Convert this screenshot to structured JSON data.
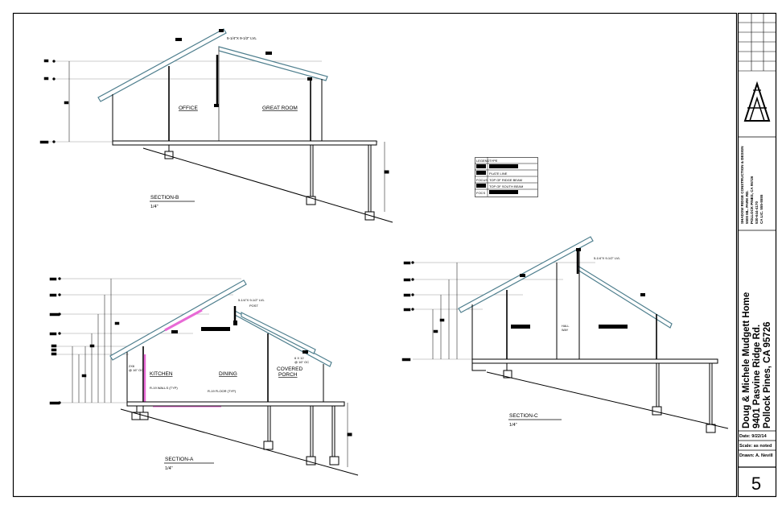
{
  "sheet": {
    "sheet_number": "5",
    "project_lines": [
      "Doug & Michele Mudgett Home",
      "9401 Pasvine Ridge Rd.",
      "Pollock Pines, CA 95726"
    ],
    "date_line": "Date: 9/22/14",
    "scale_line": "Scale: as noted",
    "drawn_line": "Drawn: A. Nevill",
    "company_lines": [
      "SHADOW RIDGE CONSTRUCTION & DESIGN",
      "5500 ML. PARK RD.",
      "POLLOCK PINES, CA 95726",
      "530-644-4170",
      "CA LIC. 555-5555"
    ]
  },
  "sections": {
    "b": {
      "title": "SECTION-B",
      "scale": "1/4\"",
      "room_labels": [
        "OFFICE",
        "GREAT ROOM"
      ],
      "beam_note": "5-1/4\"X 9-1/2\" LVL"
    },
    "a": {
      "title": "SECTION-A",
      "scale": "1/4\"",
      "room_labels": [
        "KITCHEN",
        "DINING",
        "COVERED",
        "PORCH"
      ],
      "beam_note": "5-1/4\"X 9-1/2\" LVL",
      "post_note": "POST",
      "notes": [
        "R-19 WALLS (TYP)",
        "R-19 FLOOR (TYP)",
        "2X6",
        "@ 16\" OC",
        "6 X 12",
        "@ 16\" OC"
      ]
    },
    "c": {
      "title": "SECTION-C",
      "scale": "1/4\"",
      "beam_note": "5-1/4\"X 9-1/2\" LVL",
      "wall_note": [
        "HALL",
        "WAY"
      ]
    }
  },
  "legend": {
    "title": "LEGEND",
    "col_header": "TYPE",
    "rows": [
      {
        "code": "",
        "desc": ""
      },
      {
        "code": "",
        "desc": "PLATE LINE"
      },
      {
        "code": "FOCUS",
        "desc": "TOP OF RIDGE BEAM"
      },
      {
        "code": "",
        "desc": "TOP OF SOUTH BEAM"
      },
      {
        "code": "FOCS",
        "desc": ""
      }
    ]
  },
  "colors": {
    "roof": "#4f7f8e",
    "insulation": "#e86ad6",
    "line": "#000000"
  }
}
